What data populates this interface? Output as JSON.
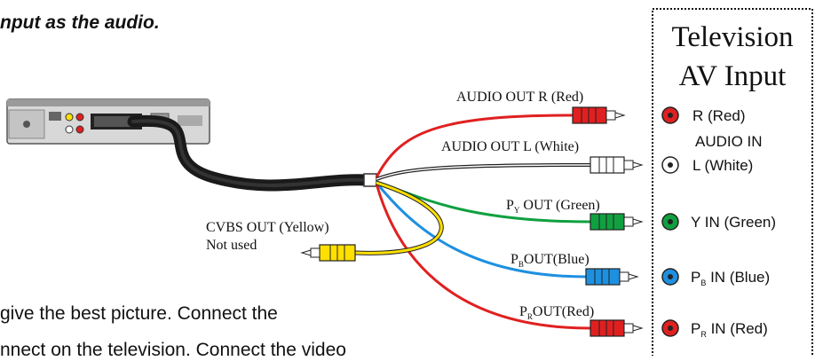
{
  "text_fragments": {
    "top": "nput as the audio.",
    "middle": "give the best picture. Connect the",
    "bottom": "nnect on the television. Connect the video"
  },
  "cable_labels": {
    "audio_r": "AUDIO OUT R (Red)",
    "audio_l": "AUDIO OUT L (White)",
    "py_prefix": "P",
    "py_sub": "Y",
    "py_rest": " OUT (Green)",
    "pb_prefix": "P",
    "pb_sub": "B",
    "pb_rest": "OUT(Blue)",
    "pr_prefix": "P",
    "pr_sub": "R",
    "pr_rest": "OUT(Red)",
    "cvbs": "CVBS OUT (Yellow)",
    "cvbs_note": "Not used"
  },
  "tv_panel": {
    "title_line1": "Television",
    "title_line2": "AV Input",
    "r_red": "R (Red)",
    "audio_in": "AUDIO IN",
    "l_white": "L (White)",
    "y_in": "Y IN (Green)",
    "pb_prefix": "P",
    "pb_sub": "B",
    "pb_rest": " IN (Blue)",
    "pr_prefix": "P",
    "pr_sub": "R",
    "pr_rest": " IN (Red)"
  },
  "colors": {
    "red": "#e02020",
    "white": "#ffffff",
    "green": "#10a040",
    "blue": "#1e90e0",
    "yellow": "#ffe000",
    "cable_black": "#1a1a1a"
  }
}
